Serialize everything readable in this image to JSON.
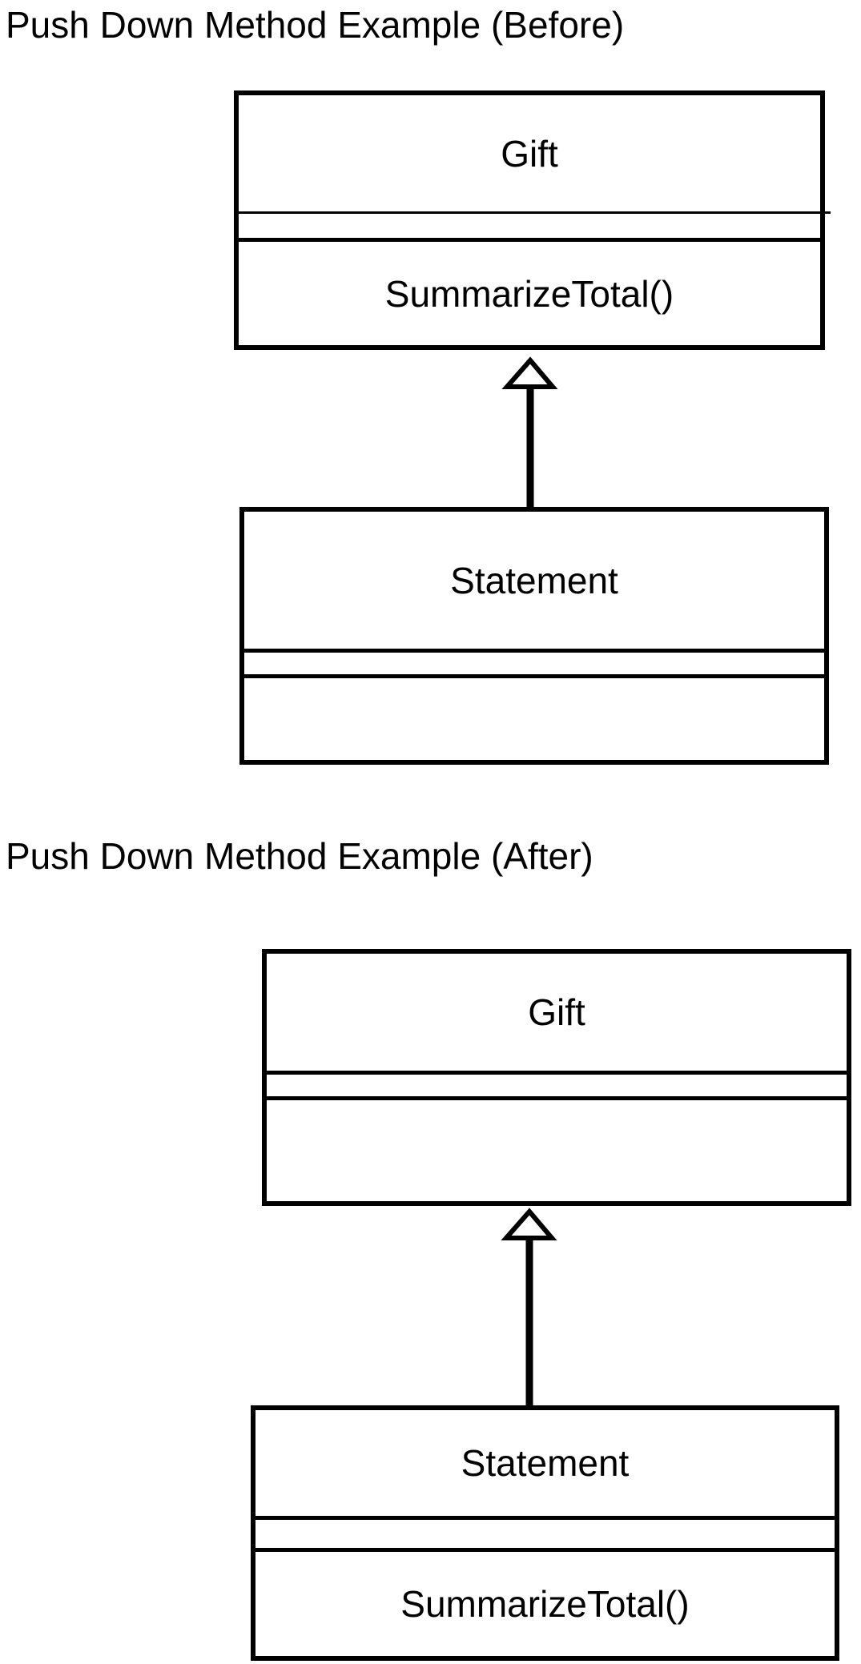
{
  "page": {
    "background": "#ffffff",
    "stroke_color": "#000000",
    "text_color": "#000000"
  },
  "titles": {
    "before": "Push Down Method Example (Before)",
    "after": "Push Down Method Example (After)"
  },
  "diagrams": {
    "before": {
      "superclass": {
        "name": "Gift",
        "attributes_text": "",
        "methods_text": "SummarizeTotal()"
      },
      "subclass": {
        "name": "Statement",
        "attributes_text": "",
        "methods_text": ""
      },
      "relationship": "inheritance"
    },
    "after": {
      "superclass": {
        "name": "Gift",
        "attributes_text": "",
        "methods_text": ""
      },
      "subclass": {
        "name": "Statement",
        "attributes_text": "",
        "methods_text": "SummarizeTotal()"
      },
      "relationship": "inheritance"
    }
  }
}
